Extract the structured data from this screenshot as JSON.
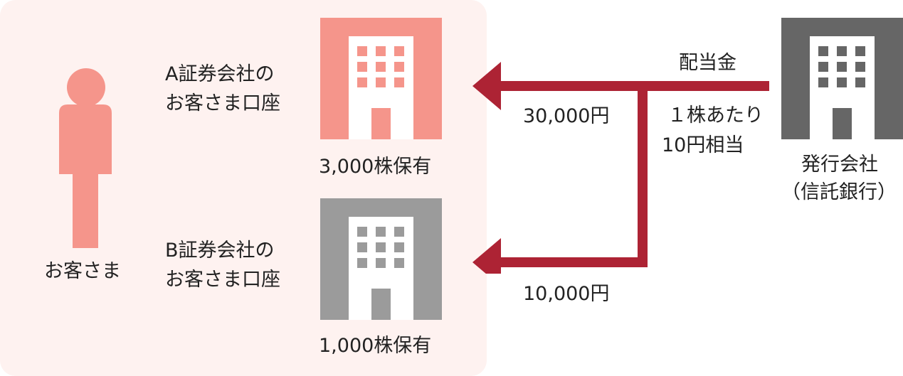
{
  "customer": {
    "label": "お客さま",
    "color": "#f5958b"
  },
  "account_a": {
    "name_line1": "A証券会社の",
    "name_line2": "お客さま口座",
    "holding": "3,000株保有",
    "color": "#f5958b"
  },
  "account_b": {
    "name_line1": "B証券会社の",
    "name_line2": "お客さま口座",
    "holding": "1,000株保有",
    "color": "#9b9b9b"
  },
  "issuer": {
    "name_line1": "発行会社",
    "name_line2": "（信託銀行）",
    "color": "#666666"
  },
  "dividend": {
    "label": "配当金",
    "rate_line1": "１株あたり",
    "rate_line2": "10円相当",
    "amount_a": "30,000円",
    "amount_b": "10,000円",
    "arrow_color": "#ad2334"
  },
  "icons": [
    "person-icon",
    "building-icon"
  ]
}
